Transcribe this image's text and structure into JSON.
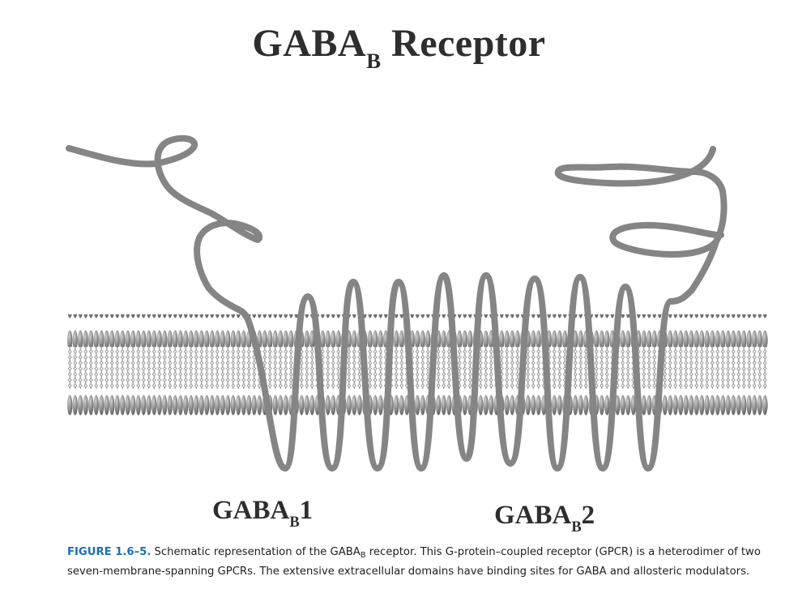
{
  "diagram": {
    "title": {
      "main": "GABA",
      "sub": "B",
      "rest": " Receptor"
    },
    "subunits": [
      {
        "main": "GABA",
        "sub": "B",
        "rest": "1"
      },
      {
        "main": "GABA",
        "sub": "B",
        "rest": "2"
      }
    ],
    "colors": {
      "chain": "#858585",
      "membrane_head": "#7a7a7a",
      "membrane_highlight": "#d2d2d2",
      "tails": "#9a9a9a"
    }
  },
  "caption": {
    "figure_label": "FIGURE 1.6–5.",
    "text_1": " Schematic representation of the GABA",
    "sub": "B",
    "text_2": " receptor. This G-protein–coupled receptor (GPCR) is a heterodimer of two seven-membrane-spanning GPCRs. The extensive extracellular domains have binding sites for GABA and allosteric modulators."
  },
  "colors": {
    "caption_label": "#1a6fb5",
    "text": "#222222"
  }
}
